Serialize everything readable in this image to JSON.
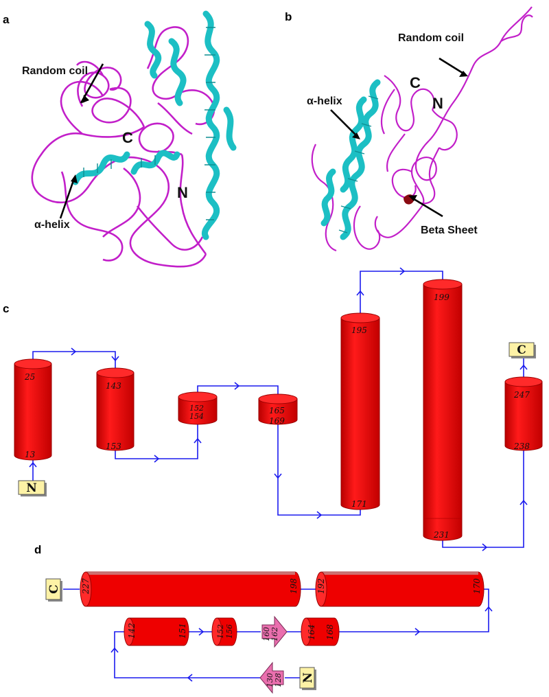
{
  "panel_labels": {
    "a": "a",
    "b": "b",
    "c": "c",
    "d": "d"
  },
  "panel_a": {
    "random_coil": "Random coil",
    "c_terminus": "C",
    "n_terminus": "N",
    "alpha_helix": "α-helix"
  },
  "panel_b": {
    "random_coil": "Random coil",
    "c_terminus": "C",
    "n_terminus": "N",
    "alpha_helix": "α-helix",
    "beta_sheet": "Beta Sheet"
  },
  "panel_c": {
    "n_box": "N",
    "c_box": "C",
    "helices": [
      {
        "top": "25",
        "bottom": "13"
      },
      {
        "top": "143",
        "bottom": "153"
      },
      {
        "top": "152",
        "bottom": "154"
      },
      {
        "top": "165",
        "bottom": "169"
      },
      {
        "top": "195",
        "bottom": "171"
      },
      {
        "top": "199",
        "bottom": "231"
      },
      {
        "top": "247",
        "bottom": "238"
      }
    ]
  },
  "panel_d": {
    "c_box": "C",
    "n_box": "N",
    "top_row": [
      {
        "left": "227",
        "right": "198"
      },
      {
        "left": "192",
        "right": "170"
      }
    ],
    "middle_row": [
      {
        "left": "142",
        "right": "151"
      },
      {
        "left": "152",
        "right": "156"
      },
      {
        "left": "164",
        "right": "168"
      }
    ],
    "strand_middle": {
      "a": "160",
      "b": "162"
    },
    "strand_bottom": {
      "a": "130",
      "b": "128"
    }
  },
  "colors": {
    "helix_red": "#ee0000",
    "connector_blue": "#1a1aee",
    "coil_magenta": "#c21fc9",
    "helix_cyan": "#1cbfc4",
    "terminus_box": "#fdf2a6",
    "strand_pink": "#ea6fae",
    "sheet_darkred": "#8a0a12"
  }
}
